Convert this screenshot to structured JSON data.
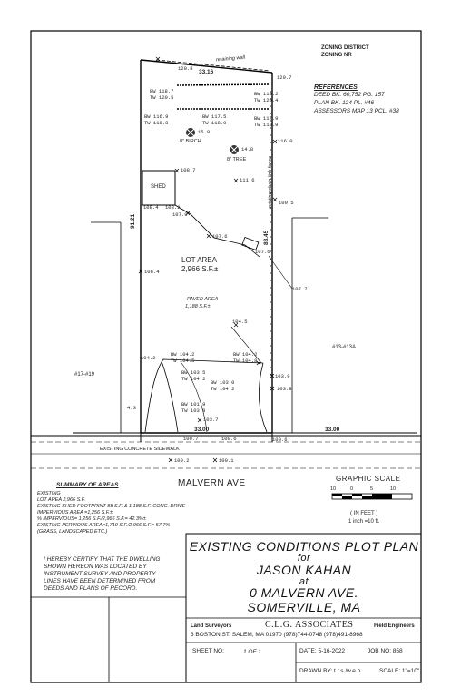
{
  "zoning": {
    "line1": "ZONING DISTRICT",
    "line2": "ZONING NR"
  },
  "references": {
    "title": "REFERENCES",
    "lines": [
      "DEED BK. 60,752 PG. 157",
      "PLAN BK. 124 PL. #46",
      "ASSESSORS MAP 13 PCL. #38"
    ]
  },
  "plot": {
    "retaining_wall": "retaining wall",
    "top_dim": "33.16",
    "bottom_dim": "33.00",
    "bottom_right_dim": "33.00",
    "left_dim": "91.21",
    "right_dim": "88.45",
    "fence": "existing chain link fence",
    "shed": "SHED",
    "birch": "8\" BIRCH",
    "tree": "8\" TREE",
    "lot_area_label": "LOT AREA",
    "lot_area_value": "2,966 S.F.±",
    "paved_label": "PAVED AREA",
    "paved_value": "1,188 S.F.±",
    "left_parcel": "#17-#19",
    "right_parcel": "#13-#13A",
    "sidewalk": "EXISTING CONCRETE SIDEWALK",
    "street": "MALVERN AVE",
    "elev": {
      "e1208": "120.8",
      "e1207": "120.7",
      "bw1187": "BW 118.7",
      "tw1205": "TW 120.5",
      "bw1192": "BW 119.2",
      "tw1204": "TW 120.4",
      "bw1169": "BW 116.9",
      "tw1188a": "TW 118.8",
      "bw1175": "BW 117.5",
      "tw1189a": "TW 118.9",
      "bw1179": "BW 117.9",
      "tw1189b": "TW 118.9",
      "e1159": "15.9",
      "e1148": "14.8",
      "e1160": "116.0",
      "e1087": "108.7",
      "e1116": "111.6",
      "e1095": "109.5",
      "e1084": "108.4",
      "e1082": "108.2",
      "e1079": "107.9",
      "e1076": "107.6",
      "e1076b": "107.6",
      "e1077": "107.7",
      "e1064": "106.4",
      "e1045": "104.5",
      "e1042": "104.2",
      "bw1042a": "BW 104.2",
      "tw1045": "TW 104.5",
      "bw1042b": "BW 104.2",
      "tw1048": "TW 104.8",
      "bw1035": "BW 103.5",
      "tw1042a": "TW 104.2",
      "bw1030": "BW 103.0",
      "tw1042b": "TW 104.2",
      "e1039": "103.9",
      "e1038": "103.8",
      "bw1019": "BW 101.9",
      "tw1038": "TW 103.8",
      "e43": "4.3",
      "e1037": "103.7",
      "e1007": "100.7",
      "e1006a": "100.6",
      "e1006b": "100.6",
      "e1002": "100.2",
      "e1001": "100.1"
    }
  },
  "summary": {
    "title": "SUMMARY OF AREAS",
    "existing": "EXISTING",
    "lines": [
      "LOT AREA 2,966 S.F.",
      "EXISTING SHED FOOTPRINT 88 S.F. & 1,188 S.F. CONC. DRIVE",
      "IMPERVIOUS AREA =1,256 S.F.±",
      "% IMPERVIOUS= 1,256 S.F./2,966 S.F.= 42.3%±",
      "EXISTING PERVIOUS AREA=1,710 S.F./2,966 S.F.= 57.7%",
      "(GRASS, LANDSCAPED ETC.)"
    ]
  },
  "graphic_scale": {
    "title": "GRAPHIC SCALE",
    "ticks": [
      "10",
      "0",
      "5",
      "10"
    ],
    "units": "( IN FEET )",
    "ratio": "1 inch =10 ft."
  },
  "certification": [
    "I HEREBY CERTIFY THAT THE DWELLING",
    "SHOWN HEREON WAS LOCATED BY",
    "INSTRUMENT SURVEY AND PROPERTY",
    "LINES HAVE BEEN DETERMINED FROM",
    "DEEDS AND PLANS OF RECORD."
  ],
  "title_block": {
    "line1": "EXISTING CONDITIONS PLOT PLAN",
    "line2": "for",
    "line3": "JASON KAHAN",
    "line4": "at",
    "line5": "0 MALVERN AVE.",
    "line6": "SOMERVILLE, MA"
  },
  "firm": {
    "left": "Land Surveyors",
    "name": "C.L.G. ASSOCIATES",
    "right": "Field Engineers",
    "address": "3 BOSTON ST. SALEM, MA 01970 (978)744-0748 (978)491-8968"
  },
  "sheet": {
    "sheet_label": "SHEET NO:",
    "sheet_value": "1 OF 1",
    "date": "DATE: 5-16-2022",
    "job": "JOB NO: 858",
    "drawn": "DRAWN BY: t.r.s./w.e.o.",
    "scale": "SCALE: 1\"=10\""
  }
}
